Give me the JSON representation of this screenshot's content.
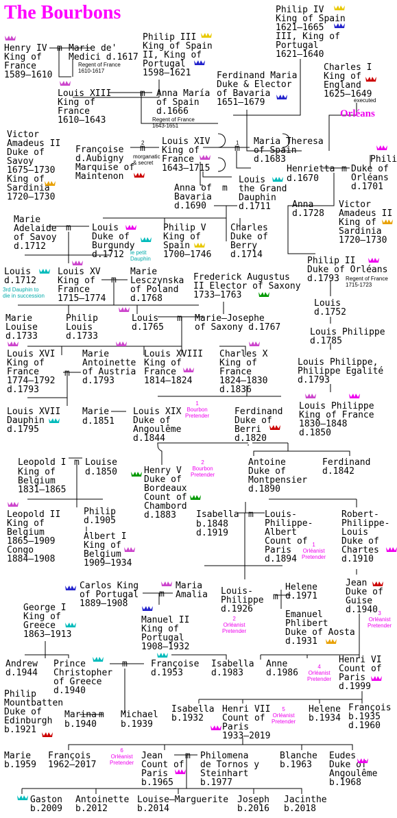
{
  "title": "The Bourbons",
  "orleans_label": "Orléans",
  "marriage_symbol": "m",
  "morganatic_number": "2",
  "morganatic_note": "morganatic\n& secret",
  "marriage_number_1": "1",
  "marriage_number_2": "2",
  "colors": {
    "title": "#ff00ff",
    "orleans": "#ee00ee",
    "crown_purple": "#cc44cc",
    "crown_blue": "#2222cc",
    "crown_yellow": "#e8c800",
    "crown_red": "#cc0000",
    "crown_green": "#009900",
    "crown_cyan": "#00bbbb",
    "crown_pink": "#ee00ee",
    "crown_orange": "#e8a000"
  },
  "persons": {
    "henry_iv": "Henry IV\nKing of\nFrance\n1589–1610",
    "marie_medici": "Marie de'\nMedici d.1617",
    "philip_iv": "Philip IV\nKing of Spain\n1621–1665\nIII, King of\nPortugal\n1621–1640",
    "philip_iii": "Philip III\nKing of Spain\nII, King of\nPortugal\n1598–1621",
    "louis_xiii": "Louis XIII\nKing of\nFrance\n1610–1643",
    "anna_maria": "Anna María\nof Spain\nd.1666",
    "ferdinand_maria": "Ferdinand Maria\nDuke & Elector\nof Bavaria\n1651–1679",
    "charles_i": "Charles I\nKing of\nEngland\n1625–1649",
    "victor_amadeus_ii_a": "Victor\nAmadeus II\nDuke of\nSavoy\n1675–1730\nKing of\nSardinia\n1720–1730",
    "francoise_aubigny": "Françoise\nd.Aubigny\nMarquise of\nMaintenon",
    "louis_xiv": "Louis XIV\nKing of\nFrance\n1643–1715",
    "maria_theresa": "Maria Theresa\nof Spain\nd.1683",
    "philip_i": "Philip I",
    "henrietta": "Henrietta",
    "philip_i_duke": "Duke of\nOrléans\nd.1701",
    "henrietta_d": "d.1670",
    "louis_grand_dauphin": "Louis\nthe Grand\nDauphin\nd.1711",
    "anna_bavaria": "Anna of\nBavaria\nd.1690",
    "marie_adelaide": "Marie\nAdelaide\nof Savoy\nd.1712",
    "louis_burgundy": "Louis\nDuke of\nBurgundy\nd.1712",
    "philip_v": "Philip V\nKing of\nSpain\n1700–1746",
    "charles_berry": "Charles\nDuke of\nBerry\nd.1714",
    "anna_1728": "Anna\nd.1728",
    "victor_amadeus_ii_b": "Victor\nAmadeus II\nKing of\nSardinia\n1720–1730",
    "louis_1712": "Louis\nd.1712",
    "louis_xv": "Louis XV\nKing of\nFrance\n1715–1774",
    "marie_leszczynska": "Marie\nLesczynska\nof Poland\nd.1768",
    "frederick_augustus": "Frederick Augustus\nII Elector of Saxony\n1733–1763",
    "philip_ii_orleans": "Philip II\nDuke of Orléans\nd.1793",
    "louis_1752": "Louis\nd.1752",
    "marie_louise": "Marie\nLouise\nd.1733",
    "philip_louis": "Philip\nLouis\nd.1733",
    "louis_1765": "Louis\nd.1765",
    "marie_josephe": "Marie–Josephe\nof Saxony d.1767",
    "louis_philippe_1785": "Louis Philippe\nd.1785",
    "louis_xvi": "Louis XVI\nKing of\nFrance\n1774–1792\nd.1793",
    "marie_antoinette": "Marie\nAntoinette\nof Austria\nd.1793",
    "louis_xviii": "Louis XVIII\nKing of\nFrance\n1814–1824",
    "charles_x": "Charles X\nKing of\nFrance\n1824–1830\nd.1836",
    "philippe_egalite": "Louis Philippe,\nPhilippe Egalité\nd.1793",
    "louis_xvii": "Louis XVII\nDauphin\nd.1795",
    "marie_1851": "Marie",
    "marie_1851_d": "d.1851",
    "louis_xix": "Louis XIX\nDuke of\nAngoulême\nd.1844",
    "ferdinand_berri": "Ferdinand\nDuke of\nBerri\nd.1820",
    "louis_philippe_king": "Louis Philippe\nKing of France\n1830–1848\nd.1850",
    "leopold_i": "Leopold I",
    "leopold_i_info": "King of\nBelgium\n1831–1865",
    "louise": "Louise",
    "louise_d": "d.1850",
    "henry_v": "Henry V\nDuke of\nBordeaux\nCount of\nChambord\nd.1883",
    "antoine": "Antoine\nDuke of\nMontpensier\nd.1890",
    "ferdinand_1842": "Ferdinand\nd.1842",
    "leopold_ii": "Leopold II\nKing of\nBelgium\n1865–1909\nCongo\n1884–1908",
    "philip_1905": "Philip\nd.1905",
    "albert_i": "Albert I\nKing of\nBelgium\n1909–1934",
    "isabella_1848": "Isabella",
    "isabella_1848_d": "b.1848\nd.1919",
    "louis_philippe_albert": "Louis-\nPhilippe-\nAlbert\nCount of\nParis\nd.1894",
    "robert_philippe": "Robert-\nPhilippe-\nLouis\nDuke of\nChartes\nd.1910",
    "carlos": "Carlos King\nof Portugal\n1889–1908",
    "maria_amalia": "Maria\nAmalia",
    "louis_philippe_1926": "Louis-\nPhilippe\nd.1926",
    "helene_1971": "Helene\nd.1971",
    "emanuel": "Emanuel\nPhlibert\nDuke of Aosta\nd.1931",
    "jean_guise": "Jean\nDuke of\nGuise\nd.1940",
    "george_i": "George I\nKing of\nGreece\n1863–1913",
    "manuel_ii": "Manuel II\nKing of\nPortugal\n1908–1932",
    "andrew": "Andrew\nd.1944",
    "prince_christopher": "Prince\nChristopher\nof Greece\nd.1940",
    "francoise_1953": "Françoise\nd.1953",
    "isabella_1983": "Isabella\nd.1983",
    "anne_1986": "Anne\nd.1986",
    "henri_vi": "Henri VI\nCount of\nParis\nd.1999",
    "philip_mountbatten": "Philip\nMountbatten\nDuke of\nEdinburgh\nb.1921",
    "marina": "Marina",
    "marina_d": "b.1940",
    "michael": "Michael",
    "michael_d": "b.1939",
    "isabella_1932": "Isabella\nb.1932",
    "henri_vii": "Henri VII\nCount of\nParis\n1933–2019",
    "helene_1934": "Helene\nb.1934",
    "francois_1935": "François\nb.1935\nd.1960",
    "marie_1959": "Marie\nb.1959",
    "francois_1962": "François\n1962–2017",
    "jean_paris": "Jean\nCount of\nParis\nb.1965",
    "philomena": "Philomena\nde Tornos y\nSteinhart\nb.1977",
    "blanche": "Blanche\nb.1963",
    "eudes": "Eudes\nDuke of\nAngoulême\nb.1968",
    "gaston": "Gaston\nb.2009",
    "antoinette": "Antoinette\nb.2012",
    "louise_marguerite": "Louise–Marguerite\nb.2014",
    "joseph": "Joseph\nb.2016",
    "jacinthe": "Jacinthe\nb.2018"
  },
  "notes": {
    "regent_1610": "Regent of France\n1610-1617",
    "regent_1643": "Regent of France\n1643-1651",
    "executed": "executed",
    "le_petit_dauphin": "le petit\nDauphin",
    "third_dauphin": "3rd Dauphin to\ndie in succession",
    "regent_1715": "Regent of France\n1715-1723"
  },
  "pretenders": {
    "bourbon_1": "1\nBourbon\nPretender",
    "bourbon_2": "2\nBourbon\nPretender",
    "orleanist_1": "1\nOrléanist\nPretender",
    "orleanist_2": "2\nOrléanist\nPretender",
    "orleanist_3": "3\nOrléanist\nPretender",
    "orleanist_4": "4\nOrléanist\nPretender",
    "orleanist_5": "5\nOrléanist\nPretender",
    "orleanist_6": "6\nOrléanist\nPretender"
  },
  "crowns": [
    {
      "name": "crown-icon-henry-iv",
      "color": "purple"
    },
    {
      "name": "crown-icon-philip-iv-a",
      "color": "yellow"
    },
    {
      "name": "crown-icon-philip-iv-b",
      "color": "blue"
    },
    {
      "name": "crown-icon-philip-iii-a",
      "color": "yellow"
    },
    {
      "name": "crown-icon-philip-iii-b",
      "color": "blue"
    },
    {
      "name": "crown-icon-louis-xiii",
      "color": "purple"
    },
    {
      "name": "crown-icon-ferdinand-maria",
      "color": "blue"
    },
    {
      "name": "crown-icon-charles-i",
      "color": "red"
    },
    {
      "name": "crown-icon-victor-amadeus-a",
      "color": "orange"
    },
    {
      "name": "crown-icon-francoise",
      "color": "red"
    },
    {
      "name": "crown-icon-louis-xiv",
      "color": "purple"
    },
    {
      "name": "crown-icon-philip-i",
      "color": "pink"
    },
    {
      "name": "crown-icon-grand-dauphin",
      "color": "cyan"
    },
    {
      "name": "crown-icon-louis-burgundy-a",
      "color": "pink"
    },
    {
      "name": "crown-icon-louis-burgundy-b",
      "color": "cyan"
    },
    {
      "name": "crown-icon-philip-v",
      "color": "yellow"
    },
    {
      "name": "crown-icon-victor-amadeus-b",
      "color": "orange"
    },
    {
      "name": "crown-icon-louis-1712",
      "color": "cyan"
    },
    {
      "name": "crown-icon-louis-xv",
      "color": "purple"
    },
    {
      "name": "crown-icon-frederick",
      "color": "green"
    },
    {
      "name": "crown-icon-philip-ii",
      "color": "pink"
    },
    {
      "name": "crown-icon-louis-1765",
      "color": "purple"
    },
    {
      "name": "crown-icon-louis-xvi",
      "color": "purple"
    },
    {
      "name": "crown-icon-marie-antoinette",
      "color": "purple"
    },
    {
      "name": "crown-icon-louis-xviii",
      "color": "purple"
    },
    {
      "name": "crown-icon-charles-x",
      "color": "purple"
    },
    {
      "name": "crown-icon-louis-xvii",
      "color": "cyan"
    },
    {
      "name": "crown-icon-louis-philippe-a",
      "color": "purple"
    },
    {
      "name": "crown-icon-louis-philippe-b",
      "color": "pink"
    },
    {
      "name": "crown-icon-ferdinand-berri",
      "color": "red"
    },
    {
      "name": "crown-icon-henry-v-a",
      "color": "green"
    },
    {
      "name": "crown-icon-henry-v-b",
      "color": "green"
    },
    {
      "name": "crown-icon-leopold-ii",
      "color": "purple"
    },
    {
      "name": "crown-icon-albert-i",
      "color": "purple"
    },
    {
      "name": "crown-icon-robert-philippe",
      "color": "pink"
    },
    {
      "name": "crown-icon-carlos",
      "color": "blue"
    },
    {
      "name": "crown-icon-maria-amalia",
      "color": "purple"
    },
    {
      "name": "crown-icon-jean-guise",
      "color": "red"
    },
    {
      "name": "crown-icon-george-i",
      "color": "cyan"
    },
    {
      "name": "crown-icon-manuel-ii",
      "color": "blue"
    },
    {
      "name": "crown-icon-emanuel",
      "color": "orange"
    },
    {
      "name": "crown-icon-prince-christopher",
      "color": "cyan"
    },
    {
      "name": "crown-icon-francoise-1953",
      "color": "cyan"
    },
    {
      "name": "crown-icon-henri-vi",
      "color": "pink"
    },
    {
      "name": "crown-icon-philip-mountbatten",
      "color": "red"
    },
    {
      "name": "crown-icon-henri-vii",
      "color": "pink"
    },
    {
      "name": "crown-icon-jean-paris",
      "color": "pink"
    },
    {
      "name": "crown-icon-eudes",
      "color": "pink"
    },
    {
      "name": "crown-icon-gaston",
      "color": "cyan"
    }
  ]
}
